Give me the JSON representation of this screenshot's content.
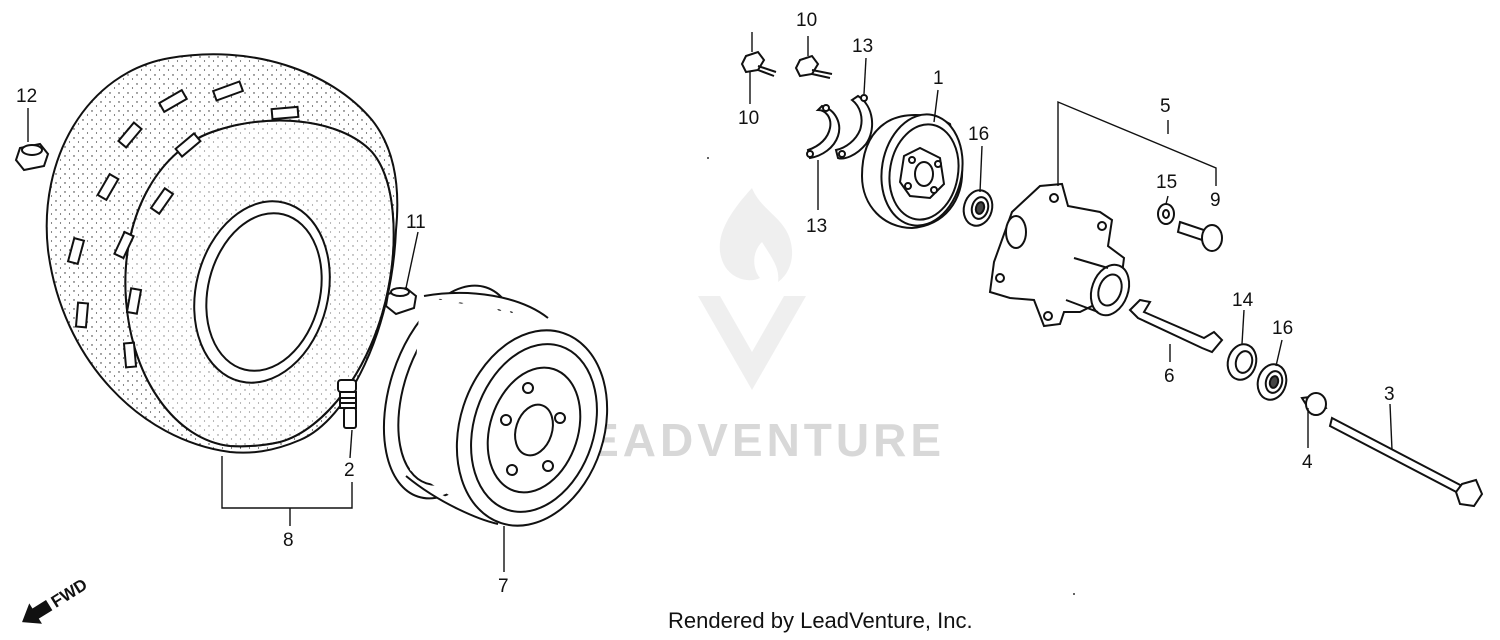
{
  "watermark": {
    "text": "LEADVENTURE"
  },
  "footer": {
    "credit": "Rendered by LeadVenture, Inc."
  },
  "direction_indicator": {
    "label": "FWD",
    "icon": "arrow-icon"
  },
  "callouts": {
    "c1": "1",
    "c2": "2",
    "c3": "3",
    "c4": "4",
    "c5": "5",
    "c6": "6",
    "c7": "7",
    "c8": "8",
    "c9": "9",
    "c10a": "10",
    "c10b": "10",
    "c11": "11",
    "c12": "12",
    "c13a": "13",
    "c13b": "13",
    "c14": "14",
    "c15": "15",
    "c16a": "16",
    "c16b": "16"
  },
  "colors": {
    "ink": "#111111",
    "watermark": "#d8d8d8"
  }
}
